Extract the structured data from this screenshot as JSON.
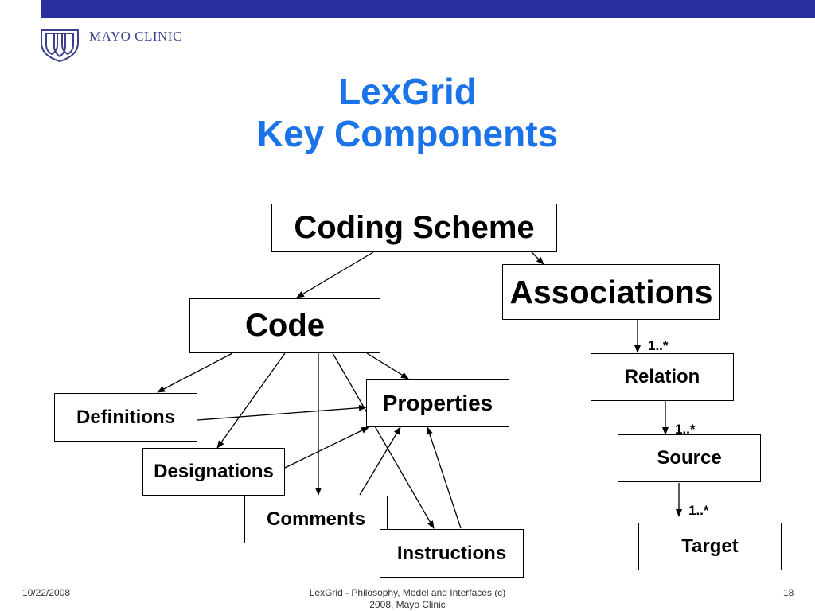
{
  "header": {
    "org_name": "MAYO CLINIC"
  },
  "title": {
    "line1": "LexGrid",
    "line2": "Key Components"
  },
  "diagram": {
    "nodes": {
      "coding_scheme": "Coding Scheme",
      "associations": "Associations",
      "code": "Code",
      "definitions": "Definitions",
      "properties": "Properties",
      "designations": "Designations",
      "comments": "Comments",
      "instructions": "Instructions",
      "relation": "Relation",
      "source": "Source",
      "target": "Target"
    },
    "multiplicities": {
      "assoc_relation": "1..*",
      "relation_source": "1..*",
      "source_target": "1..*"
    }
  },
  "footer": {
    "date": "10/22/2008",
    "center_line1": "LexGrid - Philosophy, Model and Interfaces (c)",
    "center_line2": "2008, Mayo Clinic",
    "page": "18"
  },
  "colors": {
    "top_bar": "#2b2e9e",
    "title": "#1a73e8",
    "logo": "#3a3f8f"
  }
}
